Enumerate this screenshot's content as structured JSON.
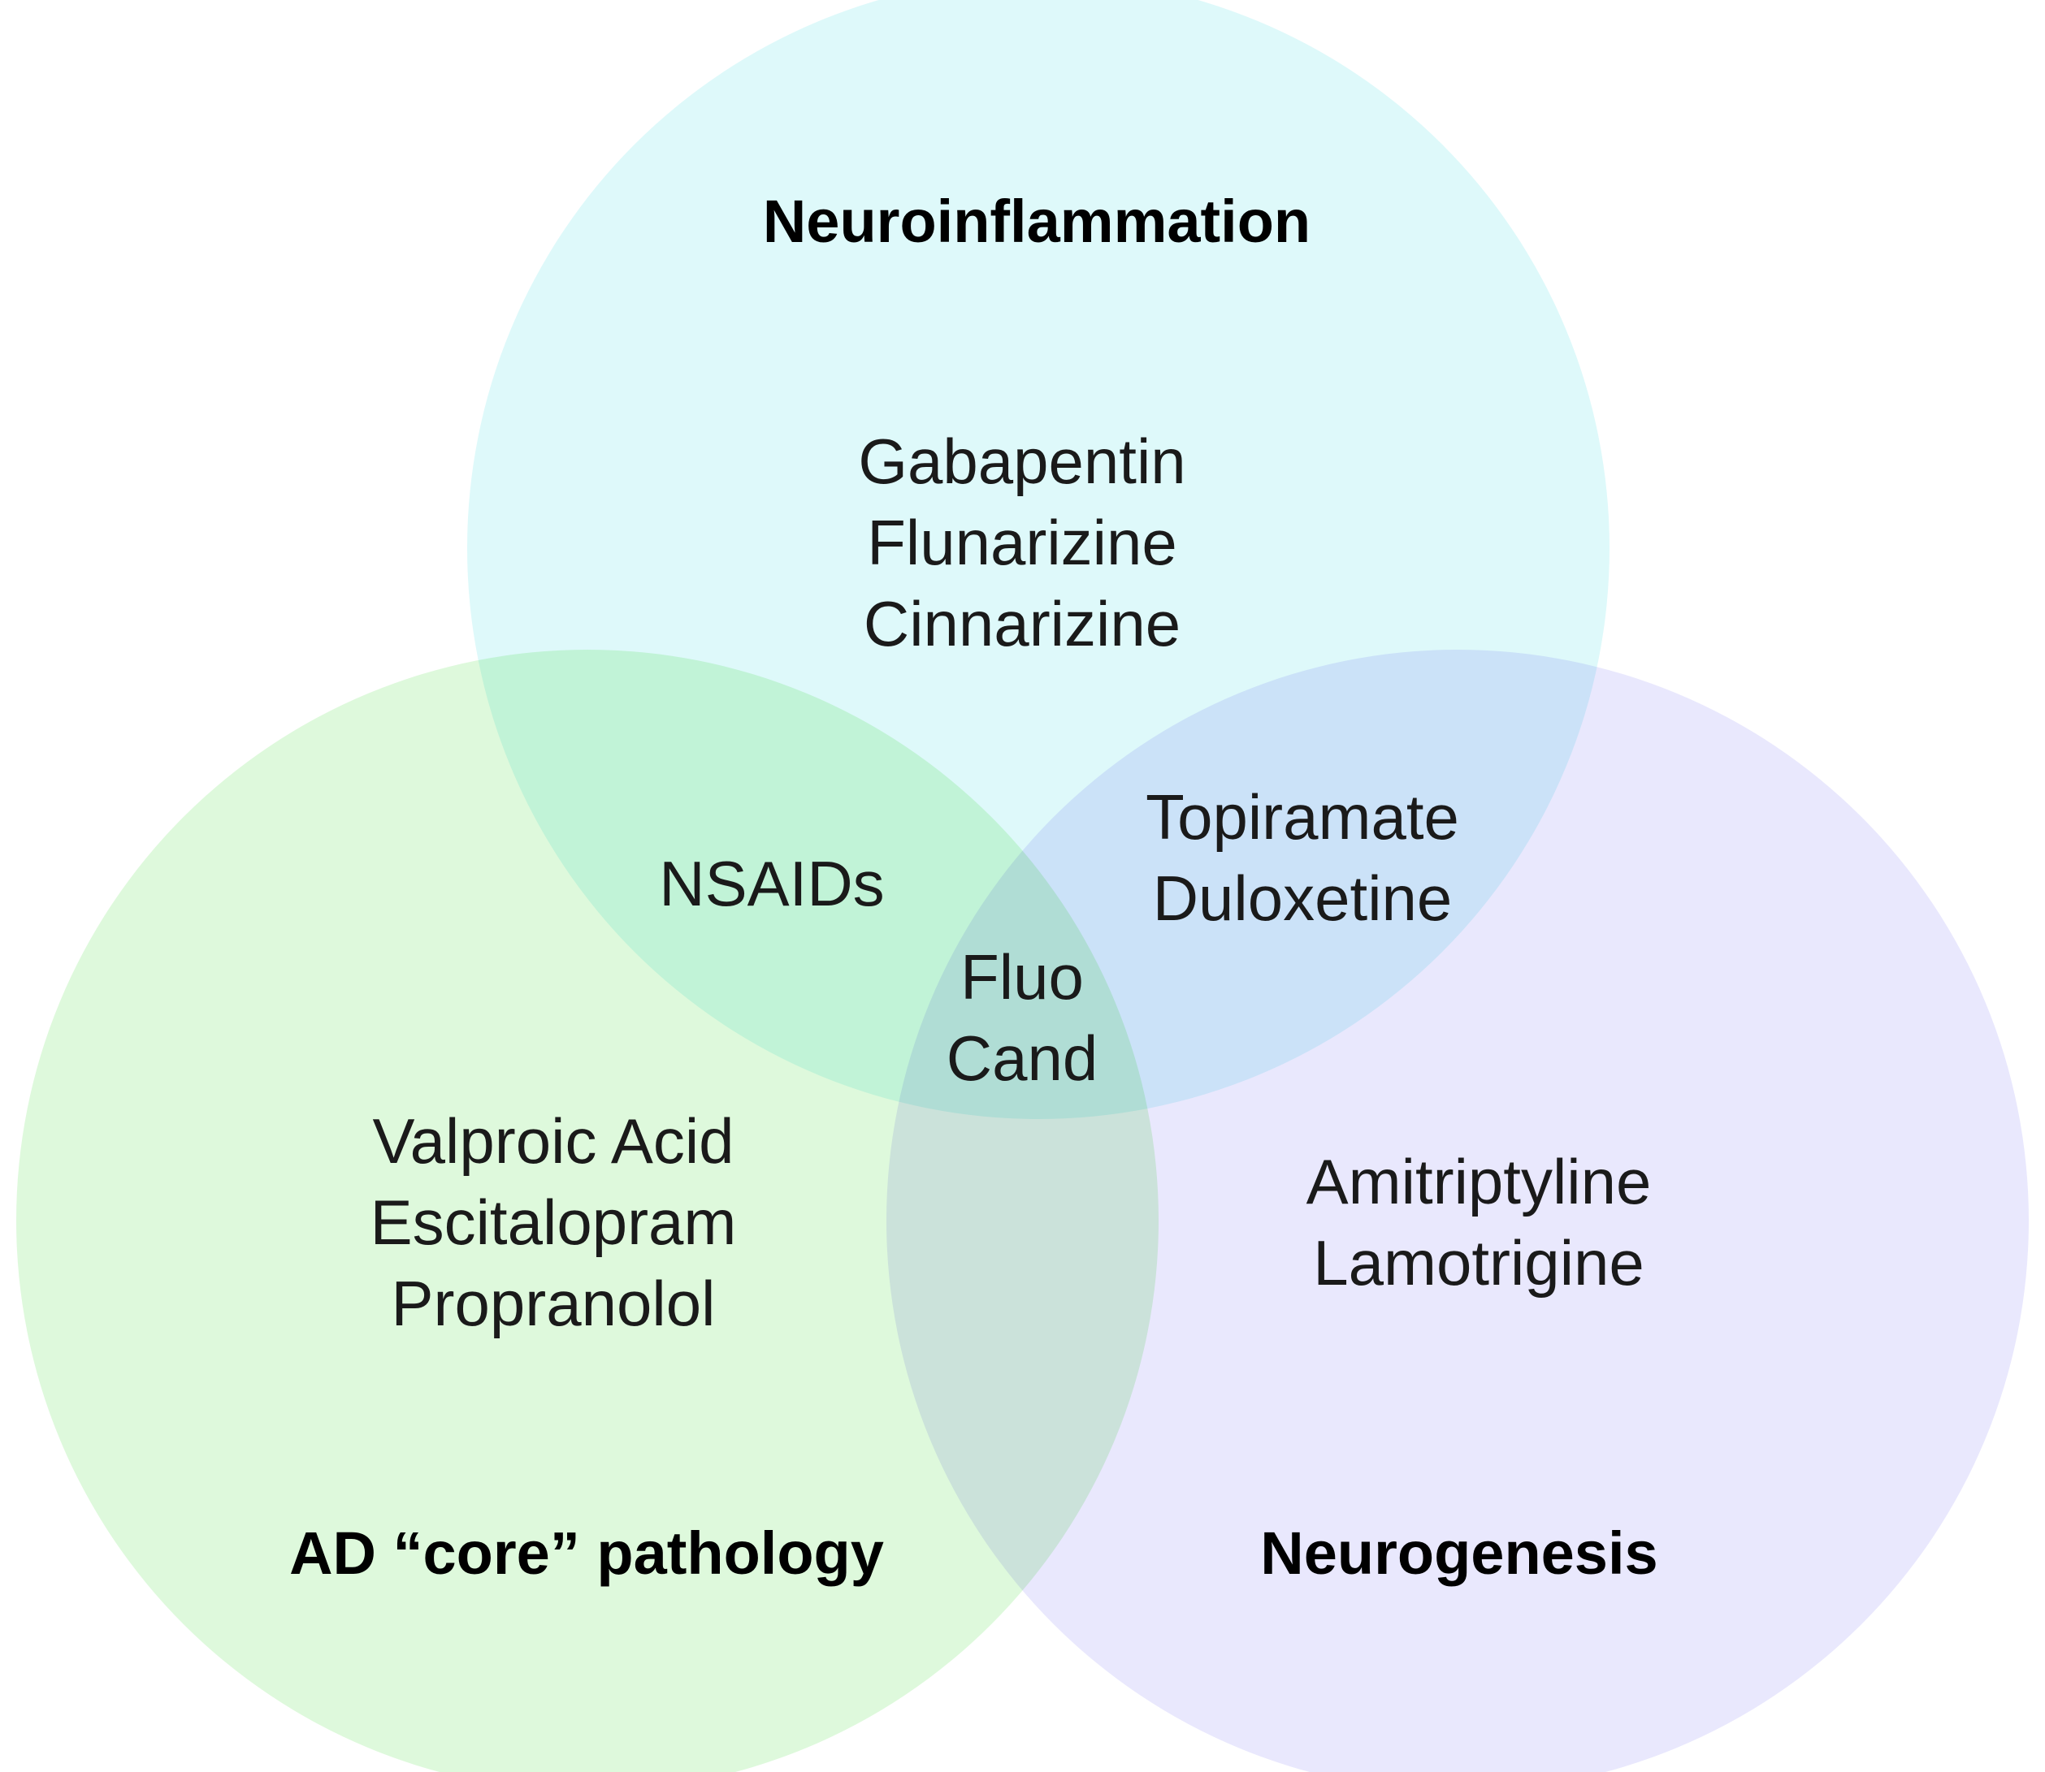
{
  "colors": {
    "neuroinflammation": "#def9fa",
    "ad_core": "#def9dc",
    "neurogenesis": "#e9e8fd",
    "text": "#1a1a1a"
  },
  "sets": {
    "neuroinflammation": {
      "title": "Neuroinflammation",
      "members": [
        "Gabapentin",
        "Flunarizine",
        "Cinnarizine"
      ]
    },
    "ad_core": {
      "title": "AD “core” pathology",
      "members": [
        "Valproic Acid",
        "Escitalopram",
        "Propranolol"
      ]
    },
    "neurogenesis": {
      "title": "Neurogenesis",
      "members": [
        "Amitriptyline",
        "Lamotrigine"
      ]
    }
  },
  "intersections": {
    "neuroinflammation_ad_core": [
      "NSAIDs"
    ],
    "neuroinflammation_neurogenesis": [
      "Topiramate",
      "Duloxetine"
    ],
    "all_three": [
      "Fluo",
      "Cand"
    ]
  }
}
